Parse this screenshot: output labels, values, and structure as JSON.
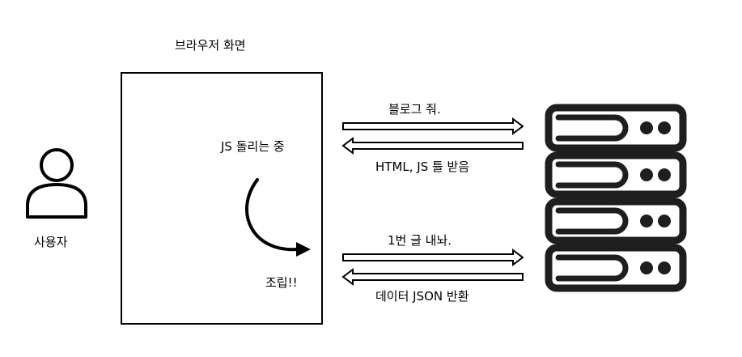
{
  "user": {
    "label": "사용자",
    "icon": "user-icon"
  },
  "browser": {
    "title": "브라우저 화면",
    "running_js": "JS 돌리는 중",
    "assemble": "조립!!"
  },
  "exchanges": [
    {
      "request": "블로그 줘.",
      "response": "HTML, JS 틀 받음"
    },
    {
      "request": "1번 글 내놔.",
      "response": "데이터 JSON 반환"
    }
  ],
  "server": {
    "icon": "server-stack-icon",
    "units": 4
  },
  "colors": {
    "stroke": "#000000",
    "server_fill": "#1e1e1e",
    "background": "#ffffff"
  }
}
